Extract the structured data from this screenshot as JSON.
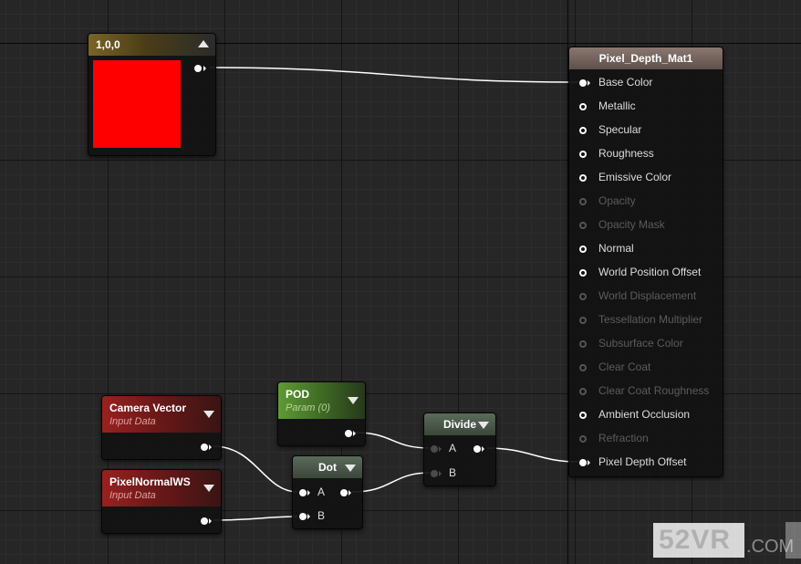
{
  "constant_node": {
    "title": "1,0,0",
    "swatch_color": "#ff0000"
  },
  "material_node": {
    "title": "Pixel_Depth_Mat1",
    "inputs": [
      {
        "label": "Base Color",
        "enabled": true,
        "connected": true
      },
      {
        "label": "Metallic",
        "enabled": true,
        "connected": false
      },
      {
        "label": "Specular",
        "enabled": true,
        "connected": false
      },
      {
        "label": "Roughness",
        "enabled": true,
        "connected": false
      },
      {
        "label": "Emissive Color",
        "enabled": true,
        "connected": false
      },
      {
        "label": "Opacity",
        "enabled": false,
        "connected": false
      },
      {
        "label": "Opacity Mask",
        "enabled": false,
        "connected": false
      },
      {
        "label": "Normal",
        "enabled": true,
        "connected": false
      },
      {
        "label": "World Position Offset",
        "enabled": true,
        "connected": false
      },
      {
        "label": "World Displacement",
        "enabled": false,
        "connected": false
      },
      {
        "label": "Tessellation Multiplier",
        "enabled": false,
        "connected": false
      },
      {
        "label": "Subsurface Color",
        "enabled": false,
        "connected": false
      },
      {
        "label": "Clear Coat",
        "enabled": false,
        "connected": false
      },
      {
        "label": "Clear Coat Roughness",
        "enabled": false,
        "connected": false
      },
      {
        "label": "Ambient Occlusion",
        "enabled": true,
        "connected": false
      },
      {
        "label": "Refraction",
        "enabled": false,
        "connected": false
      },
      {
        "label": "Pixel Depth Offset",
        "enabled": true,
        "connected": true
      }
    ]
  },
  "camera_node": {
    "title": "Camera Vector",
    "subtitle": "Input Data"
  },
  "normal_node": {
    "title": "PixelNormalWS",
    "subtitle": "Input Data"
  },
  "pod_node": {
    "title": "POD",
    "subtitle": "Param (0)"
  },
  "dot_node": {
    "title": "Dot",
    "input_a": "A",
    "input_b": "B"
  },
  "divide_node": {
    "title": "Divide",
    "input_a": "A",
    "input_b": "B"
  },
  "watermark": {
    "main": "52VR",
    "domain": ".COM"
  },
  "colors": {
    "constant_header": "#7a6426",
    "input_header": "#982121",
    "param_header": "#5f9a35",
    "math_header": "#5b6b5b",
    "material_header": "#8a7870",
    "wire": "#ffffff"
  }
}
